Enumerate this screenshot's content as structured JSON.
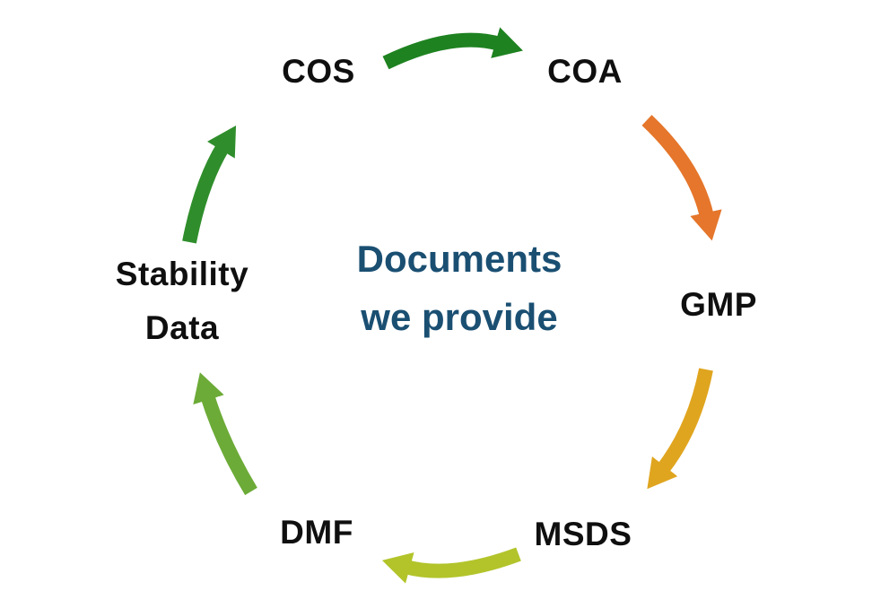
{
  "diagram": {
    "background": "#FFFFFF",
    "label_color": "#0F0F0F",
    "center": {
      "line1": "Documents",
      "line2": "we provide",
      "color": "#1A4F72"
    },
    "nodes": [
      {
        "id": "cos",
        "label": "COS"
      },
      {
        "id": "coa",
        "label": "COA"
      },
      {
        "id": "gmp",
        "label": "GMP"
      },
      {
        "id": "msds",
        "label": "MSDS"
      },
      {
        "id": "dmf",
        "label": "DMF"
      },
      {
        "id": "stability",
        "label_line1": "Stability",
        "label_line2": "Data"
      }
    ],
    "arrows": [
      {
        "name": "cos-to-coa",
        "from": "COS",
        "to": "COA",
        "color": "#1E8220"
      },
      {
        "name": "coa-to-gmp",
        "from": "COA",
        "to": "GMP",
        "color": "#E5762B"
      },
      {
        "name": "gmp-to-msds",
        "from": "GMP",
        "to": "MSDS",
        "color": "#E0A51F"
      },
      {
        "name": "msds-to-dmf",
        "from": "MSDS",
        "to": "DMF",
        "color": "#B2C42A"
      },
      {
        "name": "dmf-to-stability",
        "from": "DMF",
        "to": "Stability Data",
        "color": "#6CAB37"
      },
      {
        "name": "stability-to-cos",
        "from": "Stability Data",
        "to": "COS",
        "color": "#2F8E2B"
      }
    ]
  }
}
